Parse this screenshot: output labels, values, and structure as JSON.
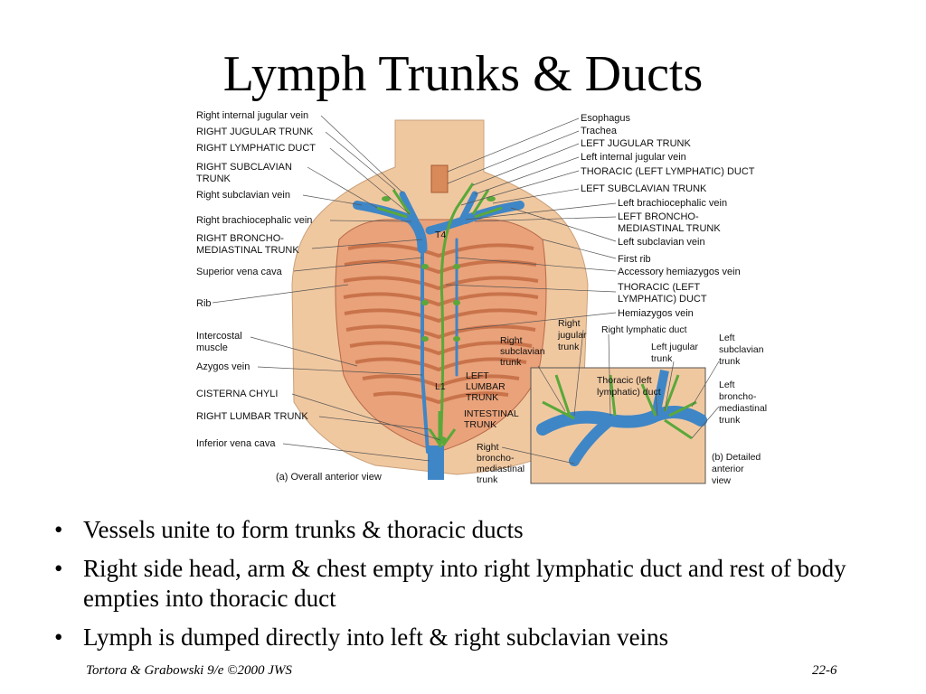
{
  "title": "Lymph Trunks & Ducts",
  "figure": {
    "left_labels": [
      "Right internal jugular vein",
      "RIGHT JUGULAR TRUNK",
      "RIGHT LYMPHATIC DUCT",
      "RIGHT SUBCLAVIAN",
      "TRUNK",
      "Right subclavian vein",
      "Right brachiocephalic vein",
      "RIGHT BRONCHO-",
      "MEDIASTINAL TRUNK",
      "Superior vena cava",
      "Rib",
      "Intercostal",
      "muscle",
      "Azygos vein",
      "CISTERNA CHYLI",
      "RIGHT LUMBAR TRUNK",
      "Inferior vena cava"
    ],
    "right_labels": [
      "Esophagus",
      "Trachea",
      "LEFT JUGULAR TRUNK",
      "Left internal jugular vein",
      "THORACIC (LEFT LYMPHATIC) DUCT",
      "LEFT SUBCLAVIAN TRUNK",
      "Left brachiocephalic vein",
      "LEFT BRONCHO-",
      "MEDIASTINAL TRUNK",
      "Left subclavian vein",
      "First rib",
      "Accessory hemiazygos vein",
      "THORACIC (LEFT",
      "LYMPHATIC) DUCT",
      "Hemiazygos vein"
    ],
    "center_labels": {
      "t4": "T4",
      "l1": "L1",
      "left_lumbar": [
        "LEFT",
        "LUMBAR",
        "TRUNK"
      ],
      "intestinal": [
        "INTESTINAL",
        "TRUNK"
      ],
      "right_subclavian": [
        "Right",
        "subclavian",
        "trunk"
      ],
      "right_broncho": [
        "Right",
        "broncho-",
        "mediastinal",
        "trunk"
      ],
      "caption_a": "(a) Overall anterior view"
    },
    "inset_labels": {
      "right_jugular": [
        "Right",
        "jugular",
        "trunk"
      ],
      "right_lymphatic": "Right lymphatic duct",
      "left_jugular": [
        "Left jugular",
        "trunk"
      ],
      "left_subclavian": [
        "Left",
        "subclavian",
        "trunk"
      ],
      "thoracic": [
        "Thoracic (left",
        "lymphatic) duct"
      ],
      "left_broncho": [
        "Left",
        "broncho-",
        "mediastinal",
        "trunk"
      ],
      "caption_b": [
        "(b) Detailed",
        "anterior",
        "view"
      ]
    },
    "colors": {
      "skin": "#f0c8a0",
      "ribs": "#e2956a",
      "vein": "#3f86c6",
      "lymph": "#5aa83a"
    }
  },
  "bullets": [
    "Vessels unite to form trunks & thoracic ducts",
    "Right side head, arm & chest empty into right lymphatic duct and rest of body empties into thoracic duct",
    "Lymph is dumped directly into left & right subclavian veins"
  ],
  "bullet_marker": "•",
  "footer": {
    "left": "Tortora & Grabowski 9/e ©2000 JWS",
    "right": "22-6"
  }
}
